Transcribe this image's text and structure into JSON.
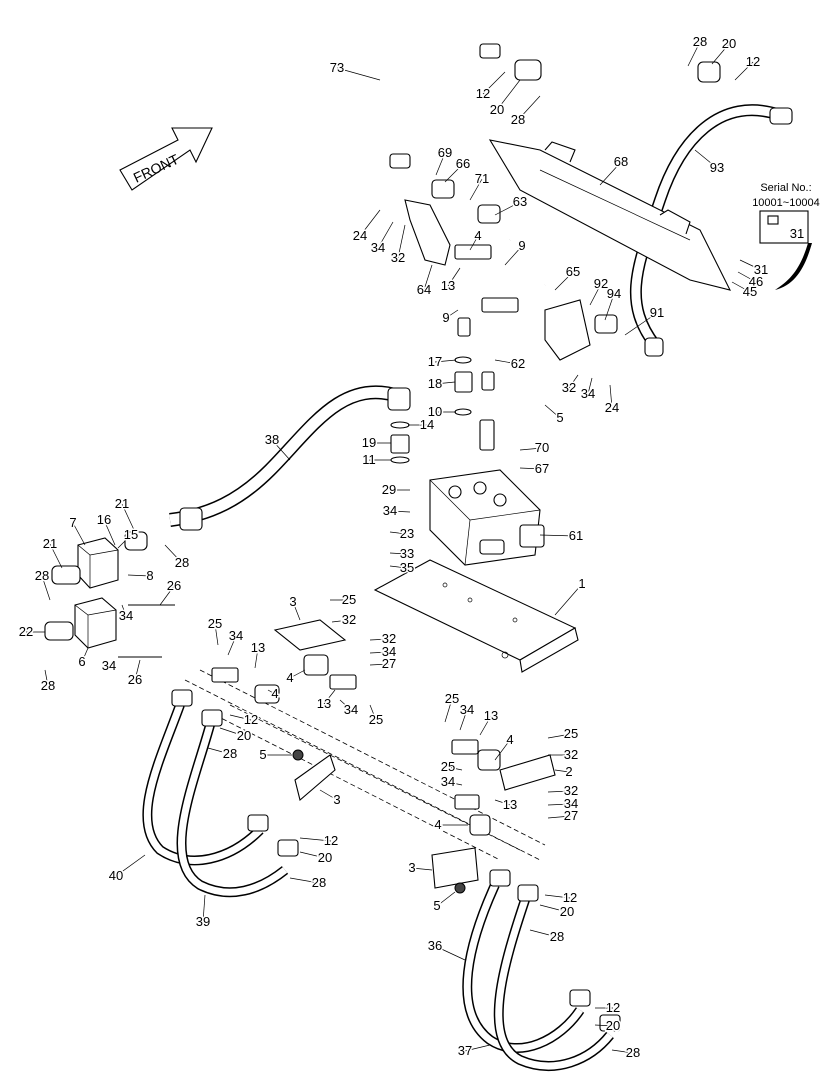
{
  "front_label": "FRONT",
  "serial": {
    "title": "Serial No.:",
    "range": "10001~10004",
    "part": "31"
  },
  "callouts": [
    {
      "id": "c73",
      "text": "73"
    },
    {
      "id": "c12a",
      "text": "12"
    },
    {
      "id": "c20a",
      "text": "20"
    },
    {
      "id": "c28a",
      "text": "28"
    },
    {
      "id": "c28b",
      "text": "28"
    },
    {
      "id": "c20b",
      "text": "20"
    },
    {
      "id": "c12b",
      "text": "12"
    },
    {
      "id": "c93",
      "text": "93"
    },
    {
      "id": "c68",
      "text": "68"
    },
    {
      "id": "c69",
      "text": "69"
    },
    {
      "id": "c66",
      "text": "66"
    },
    {
      "id": "c71",
      "text": "71"
    },
    {
      "id": "c63",
      "text": "63"
    },
    {
      "id": "c24a",
      "text": "24"
    },
    {
      "id": "c34a",
      "text": "34"
    },
    {
      "id": "c32a",
      "text": "32"
    },
    {
      "id": "c4a",
      "text": "4"
    },
    {
      "id": "c9a",
      "text": "9"
    },
    {
      "id": "c13a",
      "text": "13"
    },
    {
      "id": "c64",
      "text": "64"
    },
    {
      "id": "c9b",
      "text": "9"
    },
    {
      "id": "c65",
      "text": "65"
    },
    {
      "id": "c92",
      "text": "92"
    },
    {
      "id": "c94",
      "text": "94"
    },
    {
      "id": "c91",
      "text": "91"
    },
    {
      "id": "c31b",
      "text": "31"
    },
    {
      "id": "c46",
      "text": "46"
    },
    {
      "id": "c45",
      "text": "45"
    },
    {
      "id": "c17",
      "text": "17"
    },
    {
      "id": "c62",
      "text": "62"
    },
    {
      "id": "c18",
      "text": "18"
    },
    {
      "id": "c32b",
      "text": "32"
    },
    {
      "id": "c34b",
      "text": "34"
    },
    {
      "id": "c24b",
      "text": "24"
    },
    {
      "id": "c5a",
      "text": "5"
    },
    {
      "id": "c10",
      "text": "10"
    },
    {
      "id": "c38",
      "text": "38"
    },
    {
      "id": "c14",
      "text": "14"
    },
    {
      "id": "c19",
      "text": "19"
    },
    {
      "id": "c11",
      "text": "11"
    },
    {
      "id": "c70",
      "text": "70"
    },
    {
      "id": "c67",
      "text": "67"
    },
    {
      "id": "c29",
      "text": "29"
    },
    {
      "id": "c34c",
      "text": "34"
    },
    {
      "id": "c61",
      "text": "61"
    },
    {
      "id": "c23",
      "text": "23"
    },
    {
      "id": "c33",
      "text": "33"
    },
    {
      "id": "c35",
      "text": "35"
    },
    {
      "id": "c1",
      "text": "1"
    },
    {
      "id": "c21a",
      "text": "21"
    },
    {
      "id": "c7",
      "text": "7"
    },
    {
      "id": "c16",
      "text": "16"
    },
    {
      "id": "c15",
      "text": "15"
    },
    {
      "id": "c28c",
      "text": "28"
    },
    {
      "id": "c21b",
      "text": "21"
    },
    {
      "id": "c8",
      "text": "8"
    },
    {
      "id": "c28d",
      "text": "28"
    },
    {
      "id": "c26a",
      "text": "26"
    },
    {
      "id": "c34d",
      "text": "34"
    },
    {
      "id": "c22",
      "text": "22"
    },
    {
      "id": "c6",
      "text": "6"
    },
    {
      "id": "c34e",
      "text": "34"
    },
    {
      "id": "c26b",
      "text": "26"
    },
    {
      "id": "c28e",
      "text": "28"
    },
    {
      "id": "c3a",
      "text": "3"
    },
    {
      "id": "c25a",
      "text": "25"
    },
    {
      "id": "c32c",
      "text": "32"
    },
    {
      "id": "c25b",
      "text": "25"
    },
    {
      "id": "c34f",
      "text": "34"
    },
    {
      "id": "c13b",
      "text": "13"
    },
    {
      "id": "c32d",
      "text": "32"
    },
    {
      "id": "c34g",
      "text": "34"
    },
    {
      "id": "c27a",
      "text": "27"
    },
    {
      "id": "c4b",
      "text": "4"
    },
    {
      "id": "c4c",
      "text": "4"
    },
    {
      "id": "c13c",
      "text": "13"
    },
    {
      "id": "c34h",
      "text": "34"
    },
    {
      "id": "c25c",
      "text": "25"
    },
    {
      "id": "c12c",
      "text": "12"
    },
    {
      "id": "c20c",
      "text": "20"
    },
    {
      "id": "c28f",
      "text": "28"
    },
    {
      "id": "c5b",
      "text": "5"
    },
    {
      "id": "c3b",
      "text": "3"
    },
    {
      "id": "c25d",
      "text": "25"
    },
    {
      "id": "c34i",
      "text": "34"
    },
    {
      "id": "c13d",
      "text": "13"
    },
    {
      "id": "c4d",
      "text": "4"
    },
    {
      "id": "c25e",
      "text": "25"
    },
    {
      "id": "c32e",
      "text": "32"
    },
    {
      "id": "c25f",
      "text": "25"
    },
    {
      "id": "c34j",
      "text": "34"
    },
    {
      "id": "c2",
      "text": "2"
    },
    {
      "id": "c32f",
      "text": "32"
    },
    {
      "id": "c13e",
      "text": "13"
    },
    {
      "id": "c34k",
      "text": "34"
    },
    {
      "id": "c27b",
      "text": "27"
    },
    {
      "id": "c4e",
      "text": "4"
    },
    {
      "id": "c12d",
      "text": "12"
    },
    {
      "id": "c20d",
      "text": "20"
    },
    {
      "id": "c40",
      "text": "40"
    },
    {
      "id": "c28g",
      "text": "28"
    },
    {
      "id": "c39",
      "text": "39"
    },
    {
      "id": "c3c",
      "text": "3"
    },
    {
      "id": "c5c",
      "text": "5"
    },
    {
      "id": "c12e",
      "text": "12"
    },
    {
      "id": "c20e",
      "text": "20"
    },
    {
      "id": "c28h",
      "text": "28"
    },
    {
      "id": "c36",
      "text": "36"
    },
    {
      "id": "c12f",
      "text": "12"
    },
    {
      "id": "c20f",
      "text": "20"
    },
    {
      "id": "c37",
      "text": "37"
    },
    {
      "id": "c28i",
      "text": "28"
    }
  ]
}
